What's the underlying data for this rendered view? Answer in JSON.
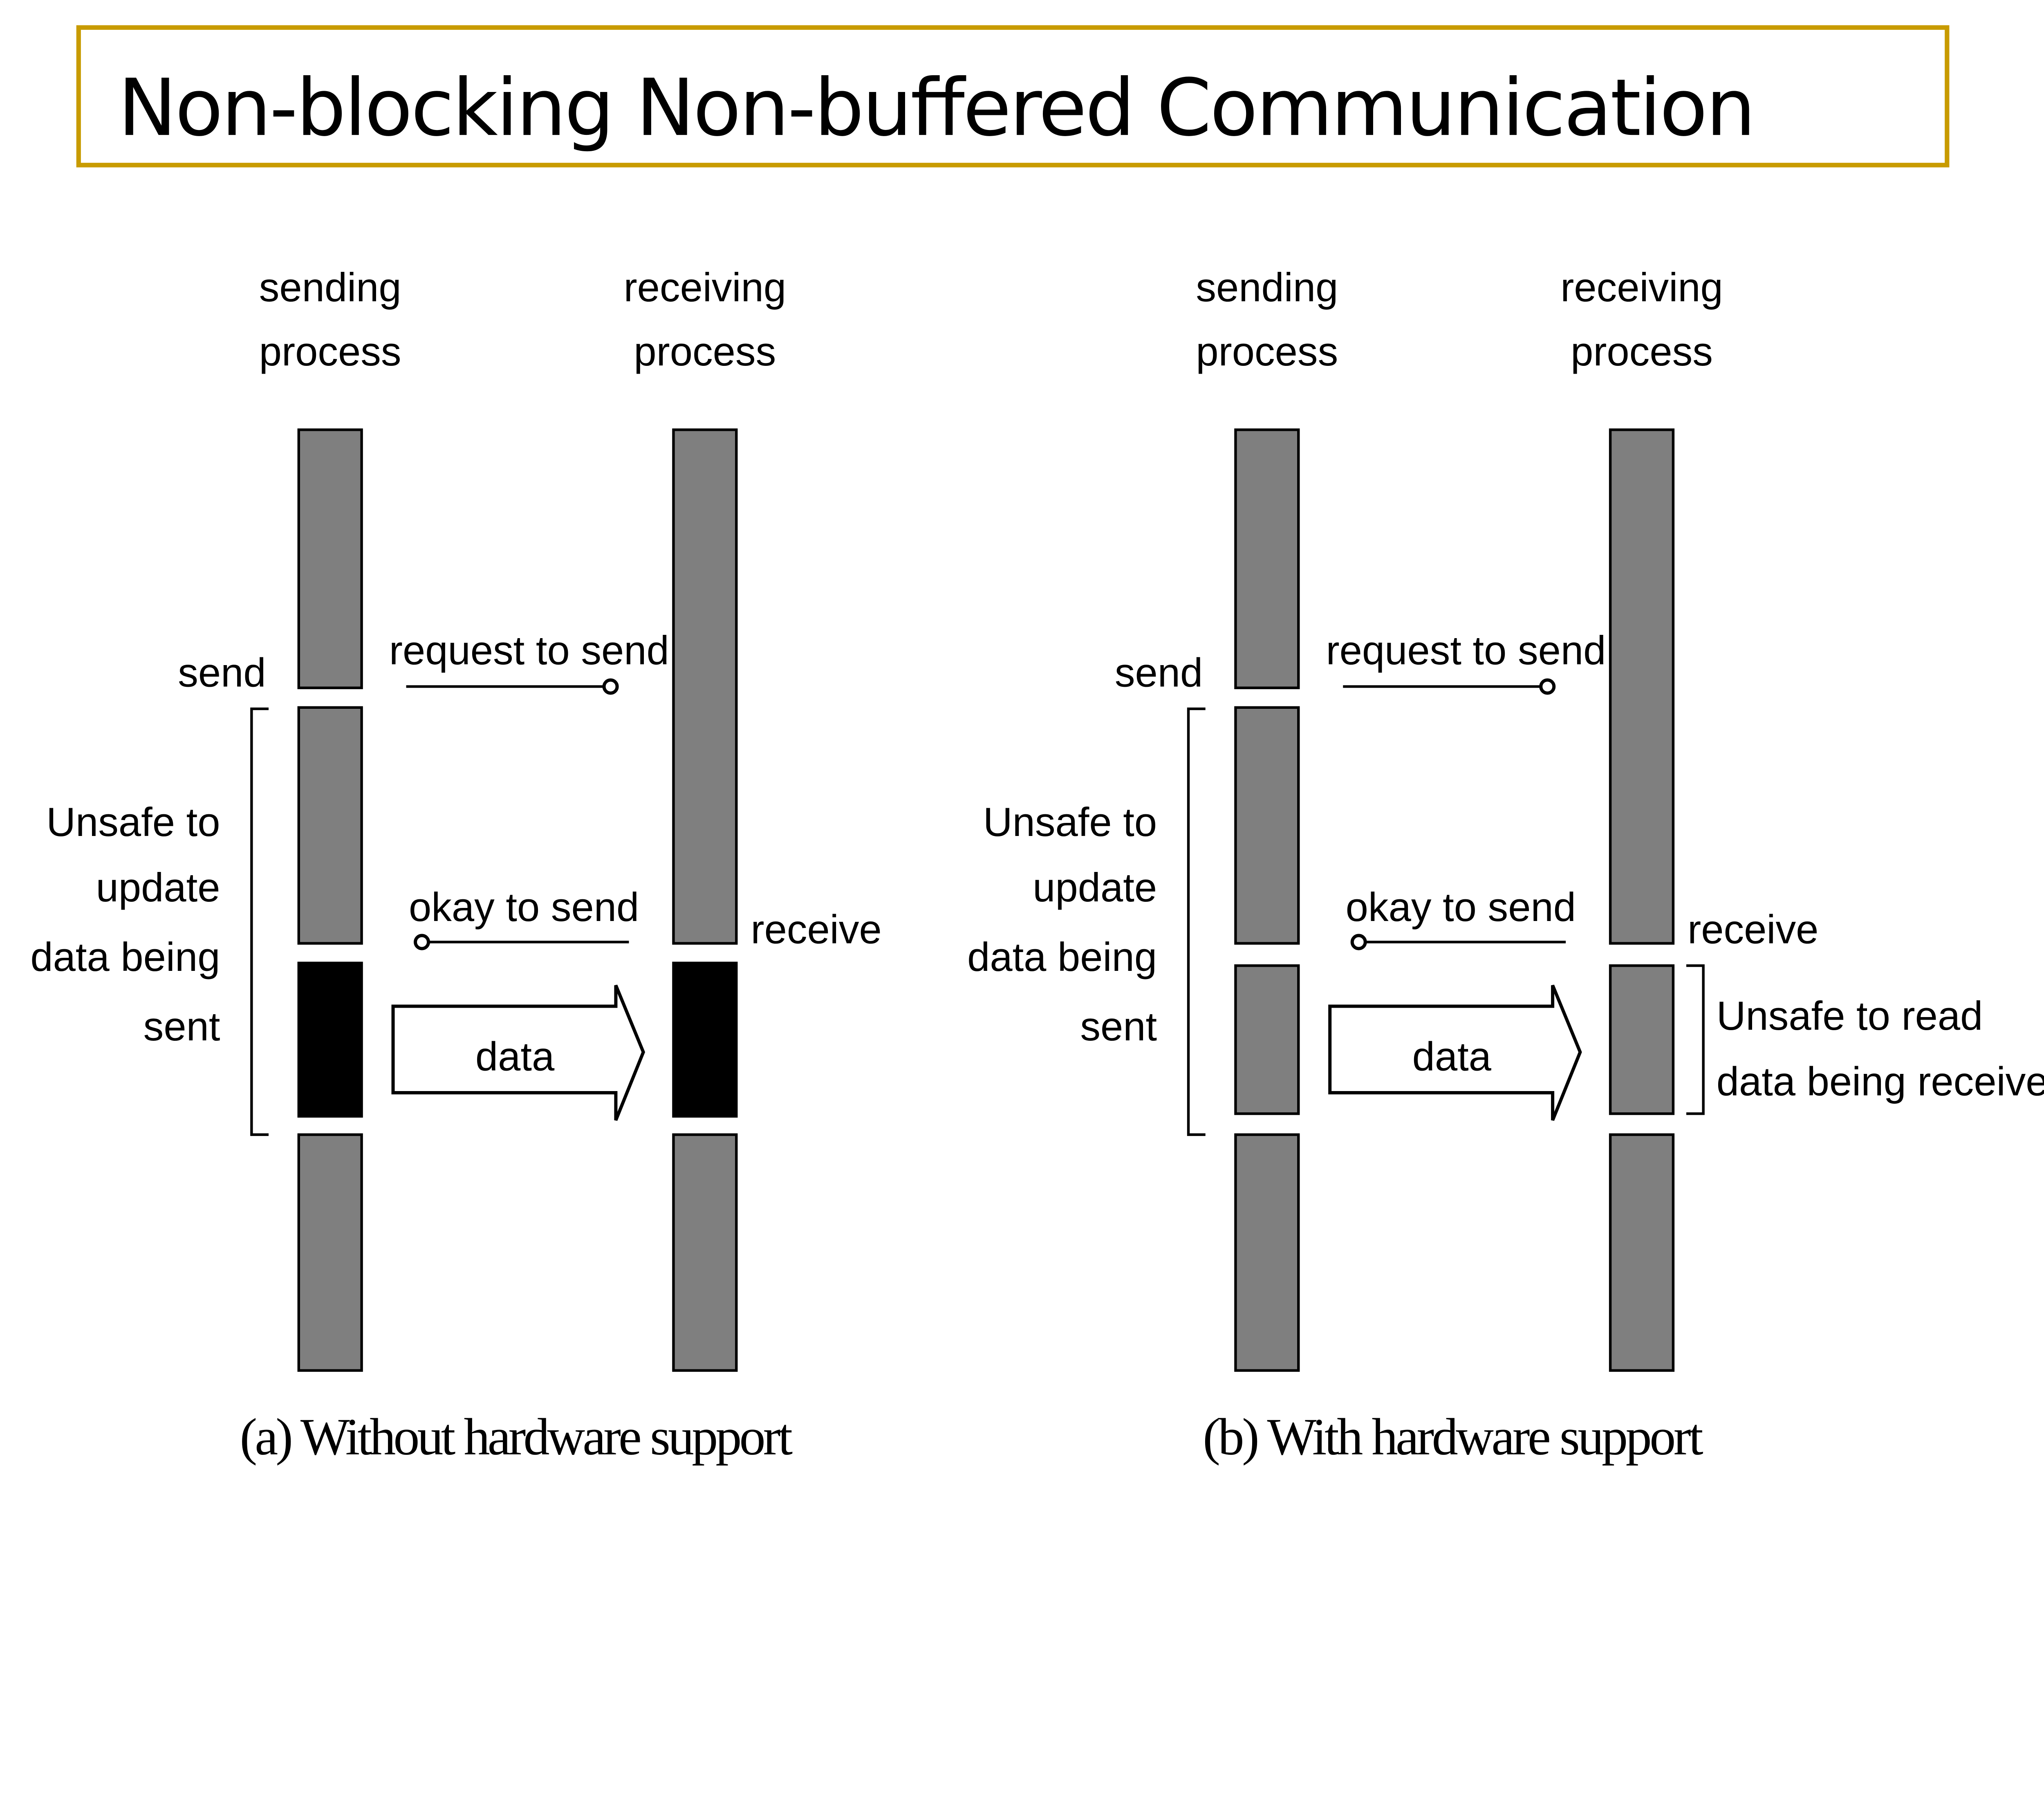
{
  "title": "Non-blocking Non-buffered Communication",
  "colors": {
    "title_border": "#C89B00",
    "bar": "#7f7f7f",
    "unsafe_bar_a": "#000000",
    "text": "#000000"
  },
  "panel_a": {
    "sending_process": [
      "sending",
      "process"
    ],
    "receiving_process": [
      "receiving",
      "process"
    ],
    "send": "send",
    "request_to_send": "request to send",
    "okay_to_send": "okay to send",
    "receive": "receive",
    "data": "data",
    "unsafe_update": [
      "Unsafe to",
      "update",
      "data being",
      "sent"
    ],
    "caption": "(a) Without hardware support"
  },
  "panel_b": {
    "sending_process": [
      "sending",
      "process"
    ],
    "receiving_process": [
      "receiving",
      "process"
    ],
    "send": "send",
    "request_to_send": "request to send",
    "okay_to_send": "okay to send",
    "receive": "receive",
    "data": "data",
    "unsafe_update": [
      "Unsafe to",
      "update",
      "data being",
      "sent"
    ],
    "unsafe_read": [
      "Unsafe to read",
      "data being received"
    ],
    "caption": "(b) With hardware support"
  }
}
